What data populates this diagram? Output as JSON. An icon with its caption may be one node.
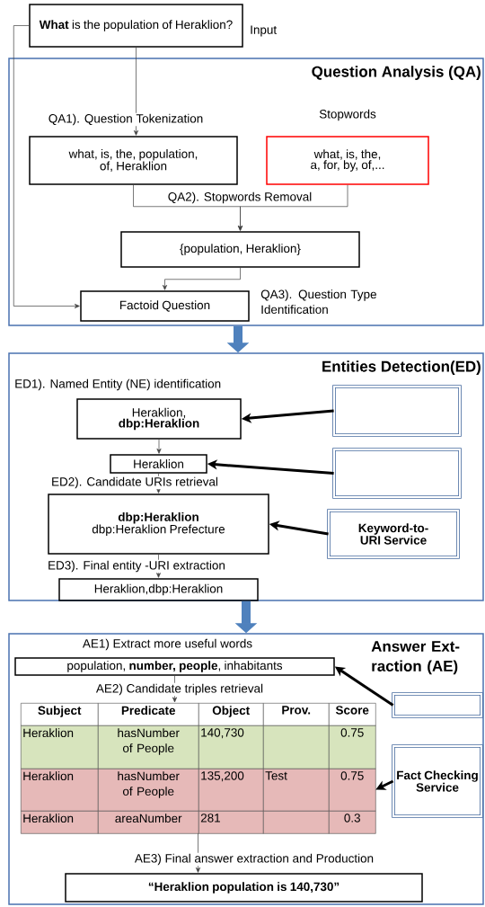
{
  "diagram": {
    "nodes": [
      {
        "text": [
          "**What** is the population of Heraklion?"
        ],
        "beside": [
          "Input"
        ]
      },
      {
        "text": [
          "Question Analysis (QA)"
        ]
      },
      {
        "text": [
          "what, is, the, population, of, Heraklion"
        ],
        "in": 1
      },
      {
        "text": [
          "Stopwords",
          "what, is, the, a, for, by, of,..."
        ],
        "in": 1
      },
      {
        "text": [
          "{population, Heraklion}"
        ],
        "in": 1
      },
      {
        "text": [
          "Factoid Question"
        ],
        "in": 1,
        "beside": [
          "QA3). Question Type Identification"
        ]
      },
      {
        "text": [
          "Entities Detection(ED)"
        ]
      },
      {
        "text": [
          "Heraklion, **dbp:Heraklion**"
        ],
        "in": 6,
        "beside": [
          "ED1). Named Entity (NE) identification"
        ]
      },
      {
        "text": [
          "Heraklion"
        ],
        "in": 6
      },
      {
        "text": [
          "**dbp:Heraklion** dbp:Heraklion Prefecture"
        ],
        "in": 6
      },
      {
        "text": [
          "Heraklion,dbp:Heraklion"
        ],
        "in": 6
      },
      {
        "text": [],
        "shape": "box",
        "in": 6
      },
      {
        "text": [],
        "shape": "box",
        "in": 6
      },
      {
        "text": [
          "Keyword-to- URI Service"
        ],
        "in": 6
      },
      {
        "text": [
          "Answer Ext- raction (AE)"
        ]
      },
      {
        "text": [
          "population, **number, people**, inhabitants"
        ],
        "in": 14,
        "beside": [
          "AE1) Extract more useful words"
        ]
      },
      {
        "text": [
          "Subject",
          "Predicate",
          "Object",
          "Prov.",
          "Score",
          "Heraklion",
          "hasNumber of People",
          "140,730",
          "0.75",
          "Heraklion",
          "hasNumber of People",
          "135,200",
          "Test",
          "0.75",
          "Heraklion",
          "areaNumber",
          "281",
          "0.3"
        ],
        "in": 14
      },
      {
        "text": [],
        "shape": "box",
        "in": 14
      },
      {
        "text": [
          "Fact Checking Service"
        ],
        "in": 14
      },
      {
        "text": [
          "“Heraklion population is 140,730”"
        ],
        "in": 14
      }
    ],
    "edges": [
      {
        "from": 0,
        "to": 2,
        "arrow": "to",
        "label": "QA1). Question Tokenization"
      },
      {
        "from": 0,
        "to": 5,
        "arrow": "to"
      },
      {
        "from": 2,
        "to": 4,
        "arrow": "to",
        "label": "QA2). Stopwords Removal"
      },
      {
        "from": 3,
        "to": 4,
        "arrow": "to"
      },
      {
        "from": 4,
        "to": 5,
        "arrow": "to"
      },
      {
        "from": 1,
        "to": 6,
        "arrow": "to",
        "style": "thick",
        "color": "#4f81bd"
      },
      {
        "from": 11,
        "to": 7,
        "arrow": "to",
        "style": "thick"
      },
      {
        "from": 7,
        "to": 8,
        "arrow": "to"
      },
      {
        "from": 12,
        "to": 8,
        "arrow": "to",
        "style": "thick"
      },
      {
        "from": 8,
        "to": 9,
        "arrow": "to",
        "label": "ED2). Candidate URIs retrieval"
      },
      {
        "from": 13,
        "to": 9,
        "arrow": "to",
        "style": "thick"
      },
      {
        "from": 9,
        "to": 10,
        "arrow": "to",
        "label": "ED3). Final entity -URI extraction"
      },
      {
        "from": 6,
        "to": 14,
        "arrow": "to",
        "style": "thick",
        "color": "#4f81bd"
      },
      {
        "from": 17,
        "to": 15,
        "arrow": "to",
        "style": "thick"
      },
      {
        "from": 15,
        "to": 16,
        "arrow": "to",
        "label": "AE2) Candidate triples retrieval"
      },
      {
        "from": 18,
        "to": 16,
        "arrow": "to",
        "style": "thick"
      },
      {
        "from": 16,
        "to": 19,
        "arrow": "to",
        "label": "AE3) Final answer extraction and Production"
      }
    ]
  }
}
